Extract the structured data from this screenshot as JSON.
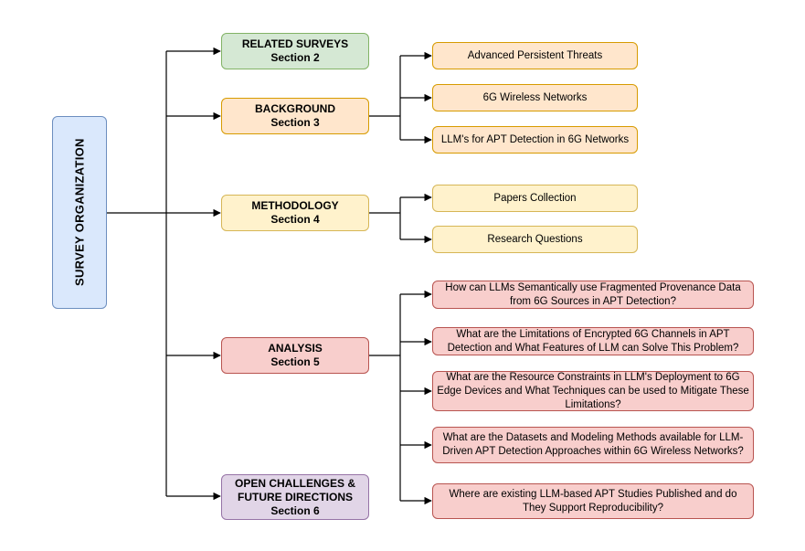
{
  "colors": {
    "blue": {
      "fill": "#dae8fc",
      "stroke": "#6c8ebf"
    },
    "green": {
      "fill": "#d5e8d4",
      "stroke": "#82b366"
    },
    "orange": {
      "fill": "#ffe6cc",
      "stroke": "#d79b00"
    },
    "yellow": {
      "fill": "#fff2cc",
      "stroke": "#d6b656"
    },
    "red": {
      "fill": "#f8cecc",
      "stroke": "#b85450"
    },
    "purple": {
      "fill": "#e1d5e7",
      "stroke": "#9673a6"
    }
  },
  "root": {
    "label": "SURVEY ORGANIZATION"
  },
  "sections": [
    {
      "title": "RELATED SURVEYS",
      "section": "Section 2"
    },
    {
      "title": "BACKGROUND",
      "section": "Section 3"
    },
    {
      "title": "METHODOLOGY",
      "section": "Section 4"
    },
    {
      "title": "ANALYSIS",
      "section": "Section 5"
    },
    {
      "title": "OPEN CHALLENGES & FUTURE DIRECTIONS",
      "section": "Section 6"
    }
  ],
  "background_topics": [
    "Advanced Persistent Threats",
    "6G Wireless Networks",
    "LLM's for APT Detection in 6G Networks"
  ],
  "methodology_topics": [
    "Papers Collection",
    "Research Questions"
  ],
  "analysis_questions": [
    "How can LLMs Semantically use Fragmented Provenance Data from 6G Sources in APT Detection?",
    "What are the Limitations of Encrypted 6G Channels in APT Detection and What Features of LLM can Solve This Problem?",
    "What are the Resource Constraints in LLM's Deployment to 6G Edge Devices and What Techniques can be used to Mitigate These Limitations?",
    "What are the Datasets and Modeling Methods available for LLM-Driven APT Detection Approaches within 6G Wireless Networks?",
    "Where are existing LLM-based APT Studies Published and do They Support Reproducibility?"
  ]
}
